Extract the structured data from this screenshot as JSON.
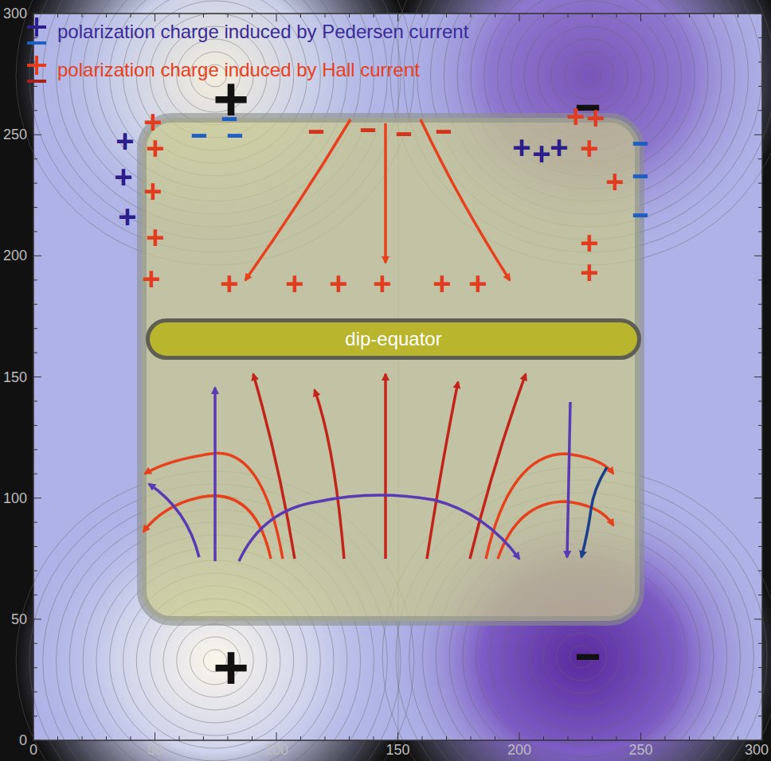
{
  "diagram": {
    "nodes": [
      {
        "text": [
          "dip-equator"
        ]
      }
    ],
    "labels": [
      "300",
      "250",
      "200",
      "150",
      "100",
      "50",
      "0",
      "0",
      "50",
      "100",
      "150",
      "200",
      "250",
      "300",
      "+",
      "-",
      "+",
      "-",
      "+",
      "+",
      "+",
      "-",
      "-",
      "-",
      "+",
      "+",
      "+",
      "-",
      "-",
      "-",
      "+",
      "+",
      "+",
      "+",
      "+",
      "-",
      "-",
      "-",
      "-",
      "+",
      "+",
      "+",
      "+",
      "+",
      "+",
      "+",
      "+",
      "+",
      "+",
      "+",
      "+"
    ],
    "legend": [
      {
        "text": "polarization charge induced by Pedersen current"
      },
      {
        "text": "polarization charge induced by Hall current"
      }
    ]
  }
}
